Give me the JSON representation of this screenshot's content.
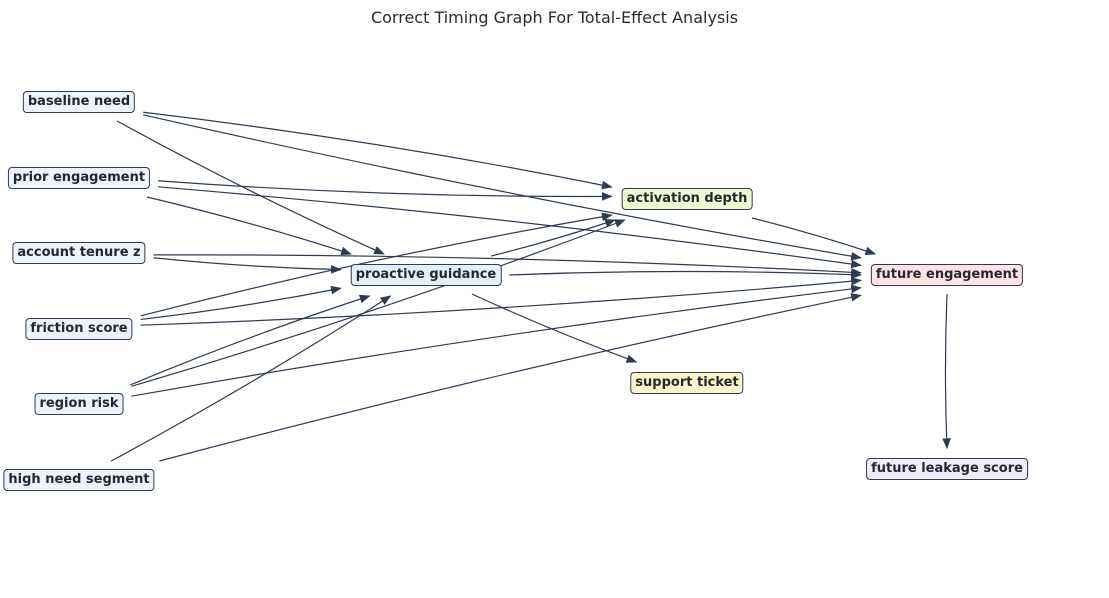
{
  "title": "Correct Timing Graph For Total-Effect Analysis",
  "colors": {
    "edge": "#2f3b52",
    "covariate_fill": "#eef2fb",
    "treatment_fill": "#e3f0fb",
    "mediator_fill": "#eefad0",
    "outcome_fill": "#fde3e3",
    "post_treatment_fill": "#fdf5cc",
    "leakage_fill": "#f1ecfa"
  },
  "nodes": {
    "baseline_need": "baseline need",
    "prior_engagement": "prior engagement",
    "account_tenure_z": "account tenure z",
    "friction_score": "friction score",
    "region_risk": "region risk",
    "high_need_segment": "high need segment",
    "proactive_guidance": "proactive guidance",
    "activation_depth": "activation depth",
    "support_ticket": "support ticket",
    "future_engagement": "future engagement",
    "future_leakage_score": "future leakage score"
  },
  "edges": [
    {
      "from": "baseline_need",
      "to": "proactive_guidance"
    },
    {
      "from": "baseline_need",
      "to": "activation_depth"
    },
    {
      "from": "baseline_need",
      "to": "future_engagement"
    },
    {
      "from": "prior_engagement",
      "to": "proactive_guidance"
    },
    {
      "from": "prior_engagement",
      "to": "activation_depth"
    },
    {
      "from": "prior_engagement",
      "to": "future_engagement"
    },
    {
      "from": "account_tenure_z",
      "to": "proactive_guidance"
    },
    {
      "from": "account_tenure_z",
      "to": "future_engagement"
    },
    {
      "from": "friction_score",
      "to": "proactive_guidance"
    },
    {
      "from": "friction_score",
      "to": "activation_depth"
    },
    {
      "from": "friction_score",
      "to": "future_engagement"
    },
    {
      "from": "region_risk",
      "to": "proactive_guidance"
    },
    {
      "from": "region_risk",
      "to": "activation_depth"
    },
    {
      "from": "region_risk",
      "to": "future_engagement"
    },
    {
      "from": "high_need_segment",
      "to": "proactive_guidance"
    },
    {
      "from": "high_need_segment",
      "to": "future_engagement"
    },
    {
      "from": "proactive_guidance",
      "to": "activation_depth"
    },
    {
      "from": "proactive_guidance",
      "to": "future_engagement"
    },
    {
      "from": "proactive_guidance",
      "to": "support_ticket"
    },
    {
      "from": "activation_depth",
      "to": "future_engagement"
    },
    {
      "from": "future_engagement",
      "to": "future_leakage_score"
    }
  ]
}
